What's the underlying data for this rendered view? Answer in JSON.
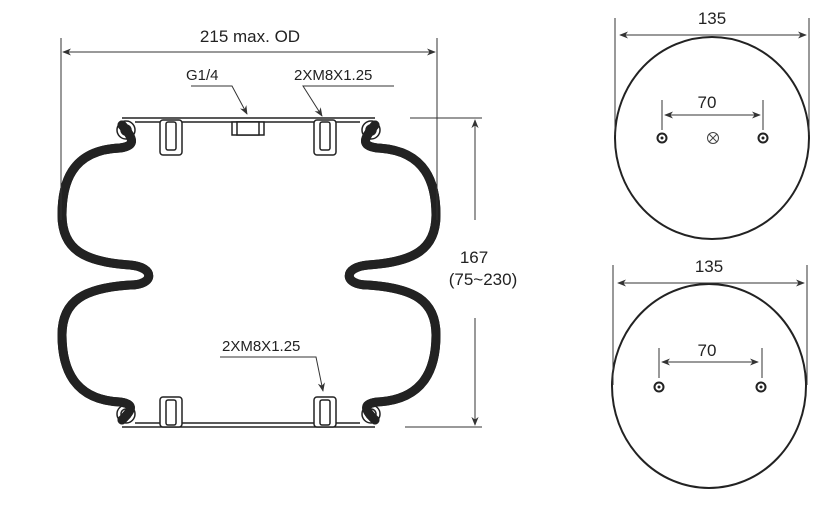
{
  "side_view": {
    "od_label": "215 max. OD",
    "air_inlet_label": "G1/4",
    "top_bolt_label": "2XM8X1.25",
    "bottom_bolt_label": "2XM8X1.25",
    "height_label": "167",
    "height_range_label": "(75~230)"
  },
  "top_plate_view": {
    "diameter_label": "135",
    "bolt_spacing_label": "70"
  },
  "bottom_plate_view": {
    "diameter_label": "135",
    "bolt_spacing_label": "70"
  }
}
